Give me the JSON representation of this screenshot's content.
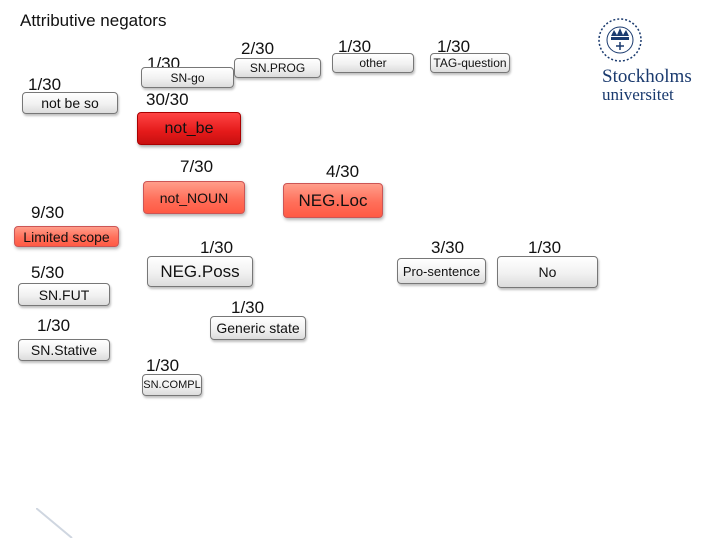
{
  "title": "Attributive negators",
  "items": {
    "not_be_so": {
      "count": "1/30",
      "label": "not be so"
    },
    "sn_go": {
      "count": "1/30",
      "label": "SN-go"
    },
    "sn_prog": {
      "count": "2/30",
      "label": "SN.PROG"
    },
    "other": {
      "count": "1/30",
      "label": "other"
    },
    "tag_question": {
      "count": "1/30",
      "label": "TAG-question"
    },
    "not_be": {
      "count": "30/30",
      "label": "not_be"
    },
    "not_noun": {
      "count": "7/30",
      "label": "not_NOUN"
    },
    "neg_loc": {
      "count": "4/30",
      "label": "NEG.Loc"
    },
    "limited_scope": {
      "count": "9/30",
      "label": "Limited scope"
    },
    "neg_poss": {
      "count": "1/30",
      "label": "NEG.Poss"
    },
    "pro_sentence": {
      "count": "3/30",
      "label": "Pro-sentence"
    },
    "no": {
      "count": "1/30",
      "label": "No"
    },
    "sn_fut": {
      "count": "5/30",
      "label": "SN.FUT"
    },
    "generic_state": {
      "count": "1/30",
      "label": "Generic state"
    },
    "sn_stative": {
      "count": "1/30",
      "label": "SN.Stative"
    },
    "sn_compl": {
      "count": "1/30",
      "label": "SN.COMPL"
    }
  },
  "logo": {
    "line1": "Stockholms",
    "line2": "universitet",
    "icon": "crown-seal-icon",
    "color": "#1a3a6e"
  },
  "colors": {
    "red_box": "#e41a1a",
    "pink_box": "#ff6f5a",
    "grey_border": "#777777"
  }
}
